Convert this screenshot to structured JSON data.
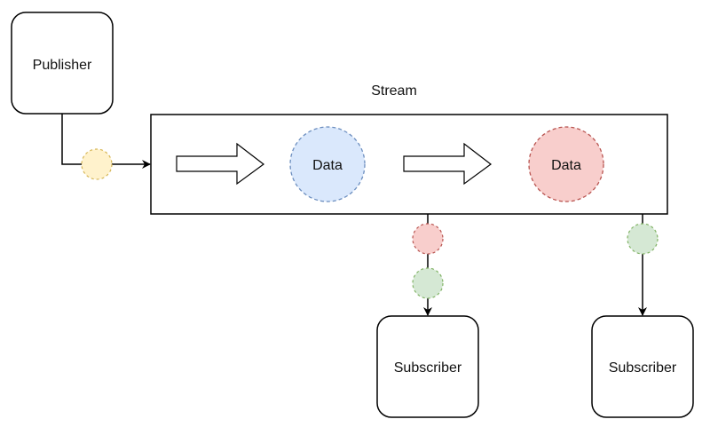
{
  "publisher": {
    "label": "Publisher"
  },
  "stream": {
    "label": "Stream",
    "items": [
      {
        "label": "Data",
        "fill": "#dae8fc",
        "stroke": "#6c8ebf"
      },
      {
        "label": "Data",
        "fill": "#f8cecc",
        "stroke": "#b85450"
      }
    ]
  },
  "subscribers": [
    {
      "label": "Subscriber"
    },
    {
      "label": "Subscriber"
    }
  ],
  "colors": {
    "yellow_fill": "#fff2cc",
    "yellow_stroke": "#d6b656",
    "red_fill": "#f8cecc",
    "red_stroke": "#b85450",
    "green_fill": "#d5e8d4",
    "green_stroke": "#82b366",
    "blue_fill": "#dae8fc",
    "blue_stroke": "#6c8ebf"
  }
}
